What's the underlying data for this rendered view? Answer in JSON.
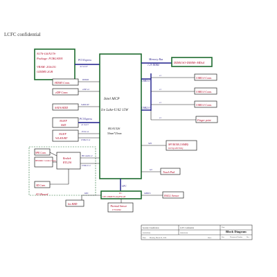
{
  "header": {
    "title": "LCFC confidential"
  },
  "colors": {
    "block_green": "#1d6b2e",
    "label_red": "#b0001e",
    "label_blue": "#2a1e8a",
    "bus_blue": "#1a1a8a"
  },
  "gpu": {
    "line1": "N17S-G0/N17S-",
    "line2": "Package: FCBGA595",
    "line3": "VRAM: 2Gb/2G",
    "line4": "GDDR5 2GB"
  },
  "cpu": {
    "line1": "Intel   MCP",
    "line2": "Ice Lake-U/42 15W",
    "line3": "BGA1526",
    "line4": "50mm*25mm"
  },
  "memory": {
    "bus_label": "Memory Bus",
    "ddr_label": "1.2V DDR4",
    "dimm": "DDR4 SO-DIMM+MDx4"
  },
  "left_blocks": {
    "hdmi": "HDMI Conn.",
    "edp": "eDP Conn.",
    "sata_hdd": "SATA HDD",
    "ngff_ssd_1": "NGFF",
    "ngff_ssd_2": "SSD",
    "ngff_wlan_1": "NGFF",
    "ngff_wlan_2": "WLAN/BT"
  },
  "left_links": {
    "pcie_top_1": "PCI Express",
    "pcie_top_2": "4x Gen3",
    "hdmi": "HDMI",
    "edp": "eDP x2",
    "sata": "SATA III",
    "pcie_ssd_1": "PCI Express",
    "pcie_ssd_2": "4x Gen3",
    "pcie_wlan": "PCIe x1",
    "usb_wlan": "USB2.0 x1"
  },
  "usb": {
    "hub1": "USB3.0",
    "hub2": "USB2.0",
    "usb_a": "USB3.0 Conn.",
    "usb_b": "USB3.0 Conn.",
    "usb_c": "USB3.0 Conn.",
    "finger": "Finger print",
    "small_1": "x1",
    "small_2": "x1",
    "small_3": "x1",
    "small_4": "x1"
  },
  "io_board": {
    "title": "IO Board",
    "spk": "SPK Conn.",
    "hp": "HP&Mic Combo Conn.",
    "codec_1": "Realtek",
    "codec_2": "RTL236",
    "sd": "SD Conn.",
    "hda": "HD Audio x1",
    "usb_io": "USB2.0 x1"
  },
  "spi": {
    "label": "SPI",
    "rom_1": "SPI ROM (16MB)",
    "rom_2": "W25Q128JVSIQ"
  },
  "touchpad": {
    "label": "Touch Pad",
    "link": "I2C"
  },
  "ec": {
    "bus": "LPC",
    "label": "EC",
    "part": "ITE IT8987E-DQFN128",
    "smbus": "SMBUS",
    "hall": "HALL Sensor"
  },
  "keyboard": {
    "link": "KBC",
    "label": "Int.KBD"
  },
  "thermal": {
    "label_1": "Thermal Sensor",
    "label_2": "F75303M"
  },
  "title_block": {
    "security": "Security Classification",
    "security_val": "LCFC Confidential",
    "title_label": "Title",
    "title_val": "Block Diagram",
    "size": "Size",
    "doc": "Document Number",
    "rev": "Rev",
    "date": "Date:",
    "date_val": "Monday, March 02, 2020",
    "sheet": "Sheet",
    "field_a": "2019/09/04",
    "field_b": "2020/05/04"
  }
}
